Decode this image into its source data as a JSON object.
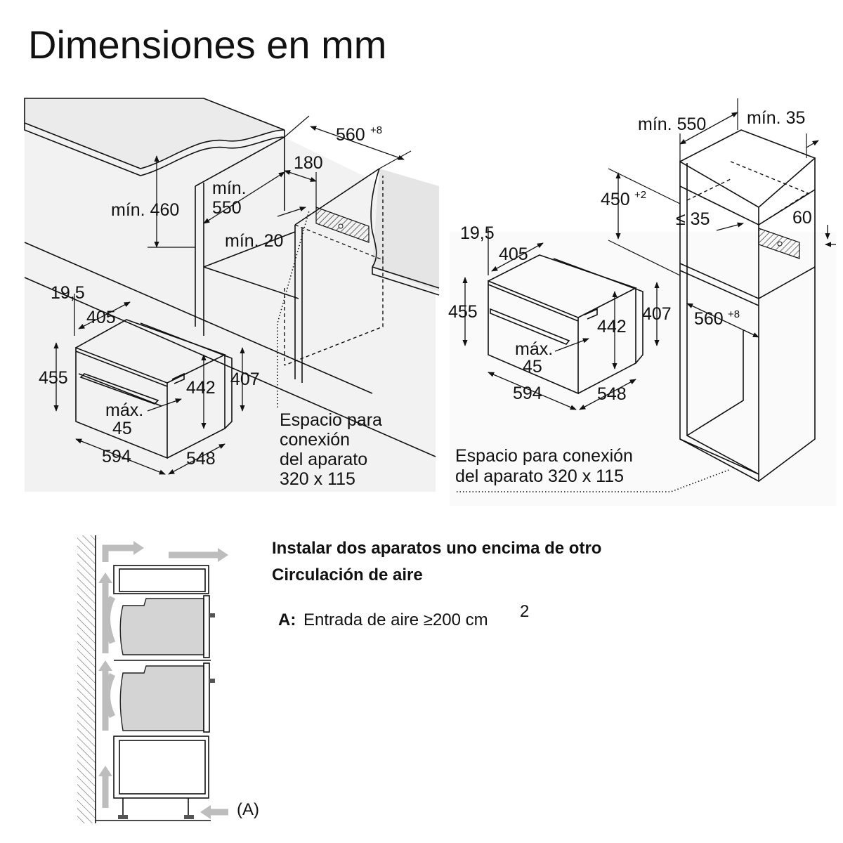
{
  "title": "Dimensiones en mm",
  "left_figure": {
    "counter_width": "560",
    "counter_width_tol": "+8",
    "depth_180": "180",
    "min_550_a": "mín.",
    "min_550_b": "550",
    "min_460": "mín. 460",
    "min_20": "mín. 20",
    "oven": {
      "d195": "19,5",
      "d405": "405",
      "d455": "455",
      "d442": "442",
      "d407": "407",
      "max_a": "máx.",
      "max_b": "45",
      "d594": "594",
      "d548": "548"
    },
    "note_lines": [
      "Espacio para",
      "conexión",
      "del aparato",
      "320 x 115"
    ]
  },
  "right_figure": {
    "min_550": "mín. 550",
    "min_35": "mín. 35",
    "h450": "450",
    "h450_tol": "+2",
    "le35": "≤ 35",
    "d60": "60",
    "w560": "560",
    "w560_tol": "+8",
    "oven": {
      "d195": "19,5",
      "d405": "405",
      "d455": "455",
      "d442": "442",
      "d407": "407",
      "max_a": "máx.",
      "max_b": "45",
      "d594": "594",
      "d548": "548"
    },
    "note_lines": [
      "Espacio para conexión",
      "del aparato 320 x 115"
    ]
  },
  "airflow": {
    "heading1": "Instalar dos aparatos uno encima de otro",
    "heading2": "Circulación de aire",
    "legend_key": "A:",
    "legend_text": "Entrada de aire ≥200 cm",
    "legend_sup": "2",
    "marker": "(A)"
  }
}
